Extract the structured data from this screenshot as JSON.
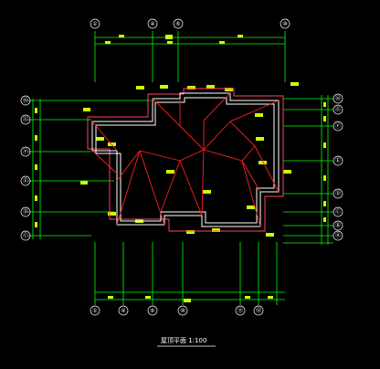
{
  "drawing": {
    "title": "屋顶平面 1:100",
    "top_axis_labels": [
      "①",
      "④",
      "⑥",
      "⑩"
    ],
    "bottom_axis_labels": [
      "①",
      "④",
      "⑥",
      "⑩",
      "⑪",
      "⑫"
    ],
    "left_axis_labels": [
      "Ⓗ",
      "Ⓖ",
      "Ⓕ",
      "Ⓔ",
      "Ⓓ",
      "Ⓒ"
    ],
    "right_axis_labels": [
      "Ⓗ",
      "Ⓖ",
      "Ⓕ",
      "Ⓔ",
      "Ⓓ",
      "Ⓒ",
      "Ⓑ",
      "Ⓐ"
    ],
    "colors": {
      "background": "#000000",
      "dimension_lines": "#00ff00",
      "dimension_text": "#ccff00",
      "ridge_lines": "#ff2020",
      "walls": "#ffffff",
      "eave_outline": "#ff4060",
      "axis_circles": "#ffffff"
    }
  }
}
